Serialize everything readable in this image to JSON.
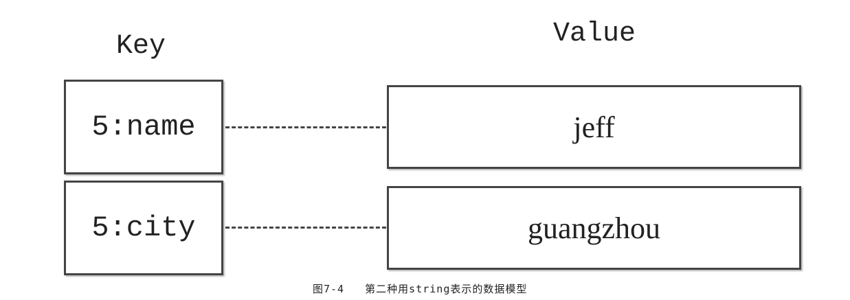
{
  "headers": {
    "key": "Key",
    "value": "Value"
  },
  "rows": [
    {
      "key": "5:name",
      "value": "jeff"
    },
    {
      "key": "5:city",
      "value": "guangzhou"
    }
  ],
  "caption": "图7-4   第二种用string表示的数据模型"
}
